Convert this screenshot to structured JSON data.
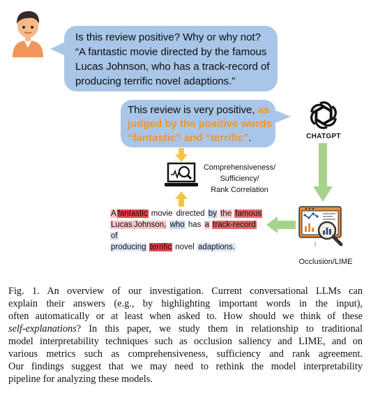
{
  "user_bubble": {
    "lines": [
      "Is this review positive? Why or why not?",
      "“A fantastic movie directed by the famous",
      "Lucas Johnson, who has a track-record of",
      "producing terrific novel adaptions.”"
    ]
  },
  "gpt_bubble": {
    "line1_plain": "This review is very positive, ",
    "line1_orange": "as",
    "line2_orange": "judged by the positive words",
    "line3_orange": "“fantastic” and “terrific”",
    "line3_plain": "."
  },
  "gpt_label": "CHATGPT",
  "metric_labels": [
    "Comprehensiveness/",
    "Sufficiency/",
    "Rank Correlation"
  ],
  "highlighted_review": {
    "tokens_line1": [
      "A",
      "fantastic",
      "movie",
      "directed",
      "by",
      "the",
      "famous"
    ],
    "tokens_line2": [
      "Lucas",
      "Johnson,",
      "who",
      "has",
      "a",
      "track-record",
      "of"
    ],
    "tokens_line3": [
      "producing",
      "terrific",
      "novel",
      "adaptions."
    ]
  },
  "occlusion_label": "Occlusion/LIME",
  "caption": {
    "line1": "Fig. 1.  An overview of our investigation. Current conversational LLMs can",
    "line2": "explain their answers (e.g., by highlighting important words in the input),",
    "line3": "often automatically or at least when asked to. How should we think of these",
    "line4_italic": "self-explanations",
    "line4_rest": "? In this paper, we study them in relationship to traditional",
    "line5": "model interpretability techniques such as occlusion saliency and LIME, and on",
    "line6": "various metrics such as comprehensiveness, sufficiency and rank agreement.",
    "line7": "Our findings suggest that we may need to rethink the model interpretability",
    "line8": "pipeline for analyzing these models."
  },
  "colors": {
    "bubble": "#a9c6e8",
    "orange_text": "#f0952b",
    "arrow_yellow": "#f7c544",
    "arrow_green": "#a6d28c",
    "avatar_skin": "#f2955a",
    "avatar_hair": "#3a2a24"
  },
  "icons": [
    "person-avatar-icon",
    "chatgpt-logo-icon",
    "laptop-magnifier-icon",
    "occlusion-analysis-icon"
  ]
}
